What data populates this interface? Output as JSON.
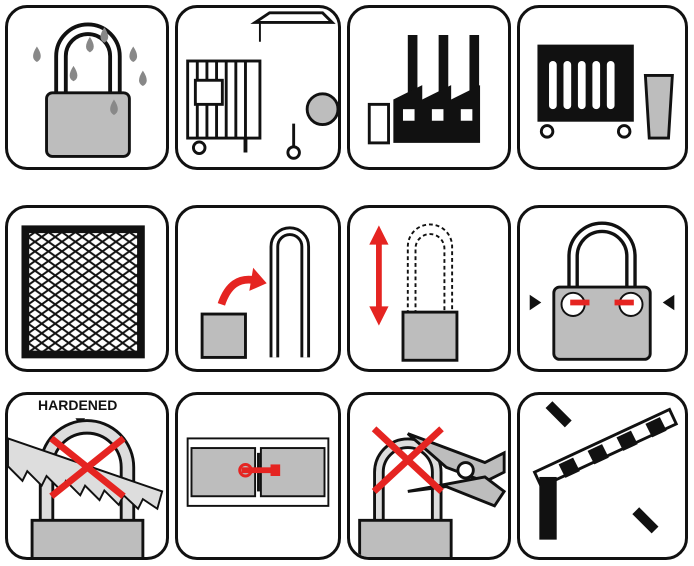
{
  "colors": {
    "accent": "#e52421",
    "metal": "#bdbdbd",
    "ink": "#111111"
  },
  "tiles": [
    {
      "name": "weather-resistant"
    },
    {
      "name": "construction-site"
    },
    {
      "name": "industrial"
    },
    {
      "name": "waste-container"
    },
    {
      "name": "security-grille"
    },
    {
      "name": "removable-shackle"
    },
    {
      "name": "long-shackle"
    },
    {
      "name": "double-locking"
    },
    {
      "name": "hardened-shackle-saw-resistant",
      "label": "HARDENED"
    },
    {
      "name": "door-hasp"
    },
    {
      "name": "bolt-cutter-resistant"
    },
    {
      "name": "barrier-gate"
    }
  ]
}
